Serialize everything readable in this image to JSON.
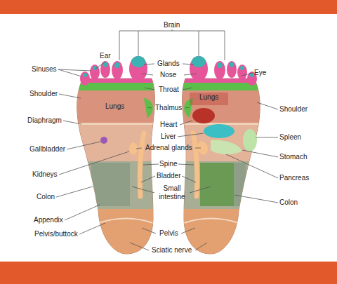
{
  "diagram": {
    "labels": [
      "Brain",
      "Ear",
      "Glands",
      "Sinuses",
      "Nose",
      "Eye",
      "Throat",
      "Shoulder",
      "Lungs",
      "Lungs",
      "Thalmus",
      "Shoulder",
      "Diaphragm",
      "Heart",
      "Liver",
      "Spleen",
      "Adrenal glands",
      "Gallbladder",
      "Stomach",
      "Spine",
      "Kidneys",
      "Bladder",
      "Pancreas",
      "Small intestine",
      "Colon",
      "Colon",
      "Appendix",
      "Pelvis/buttock",
      "Pelvis",
      "Sciatic nerve"
    ]
  }
}
